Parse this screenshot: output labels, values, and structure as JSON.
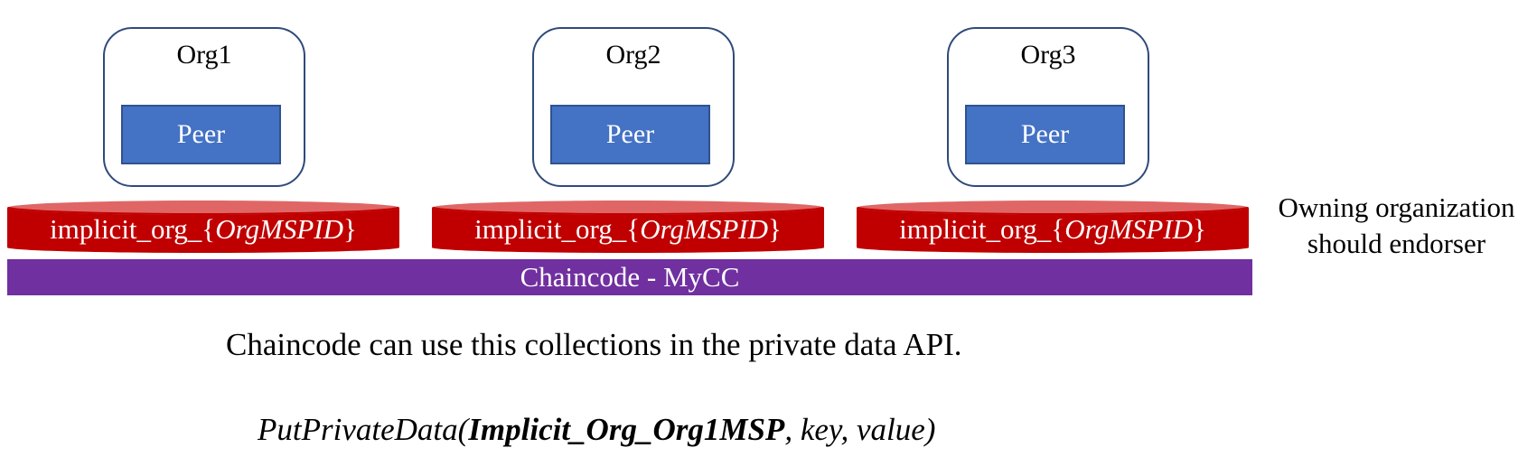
{
  "orgs": [
    {
      "title": "Org1",
      "peer_label": "Peer"
    },
    {
      "title": "Org2",
      "peer_label": "Peer"
    },
    {
      "title": "Org3",
      "peer_label": "Peer"
    }
  ],
  "collections": [
    {
      "prefix": "implicit_org_{",
      "var": "OrgMSPID",
      "suffix": "}"
    },
    {
      "prefix": "implicit_org_{",
      "var": "OrgMSPID",
      "suffix": "}"
    },
    {
      "prefix": "implicit_org_{",
      "var": "OrgMSPID",
      "suffix": "}"
    }
  ],
  "chaincode_label": "Chaincode - MyCC",
  "note": {
    "line1": "Owning organization",
    "line2": "should endorser"
  },
  "caption": "Chaincode can use this collections in the private data API.",
  "api": {
    "prefix": "PutPrivateData(",
    "collection": "Implicit_Org_Org1MSP",
    "suffix": ", key, value)"
  },
  "colors": {
    "peer": "#4472c4",
    "collection": "#c00000",
    "chaincode": "#7030a0",
    "org_border": "#2f4a7a"
  }
}
